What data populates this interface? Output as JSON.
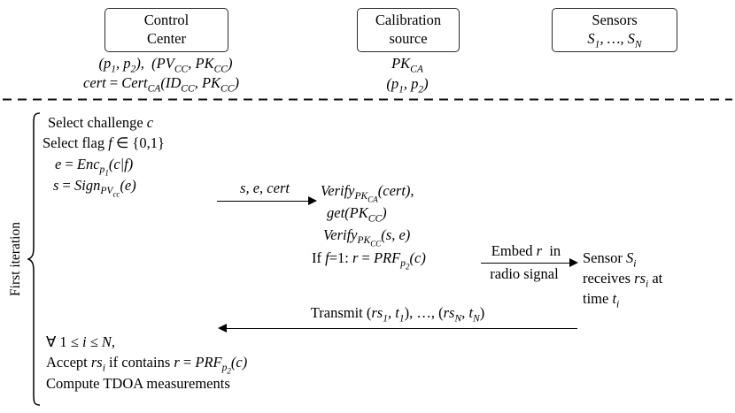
{
  "actors": {
    "control_center": {
      "line1": "Control",
      "line2": "Center"
    },
    "calibration_source": {
      "line1": "Calibration",
      "line2": "source"
    },
    "sensors": {
      "line1": "Sensors",
      "line2": "<i>S<sub>1</sub>, …, S<sub>N</sub></i>"
    }
  },
  "knowledge": {
    "control_center": {
      "line1": "<i>(p<sub>1</sub>, p<sub>2</sub>),&nbsp;&nbsp;(PV<sub>CC</sub>, PK<sub>CC</sub>)</i>",
      "line2": "<i>cert</i> = <i>Cert<sub>CA</sub>(ID<sub>CC</sub>, PK<sub>CC</sub>)</i>"
    },
    "calibration_source": {
      "line1": "<i>PK<sub>CA</sub></i>",
      "line2": "<i>(p<sub>1</sub>, p<sub>2</sub>)</i>"
    }
  },
  "iteration": {
    "label": "First iteration"
  },
  "control_center_steps": {
    "line1": "Select challenge <i>c</i>",
    "line2": "Select flag <i>f</i> ∈ {0,1}",
    "line3": "<i>e</i> = <i>Enc<sub>p<sub>1</sub></sub>(c|f)</i>",
    "line4": "<i>s</i> = <i>Sign<sub>PV<sub>cc</sub></sub>(e)</i>"
  },
  "message1": {
    "label": "<i>s, e, cert</i>"
  },
  "calibration_steps": {
    "line1": "<i>Verify<sub>PK<sub>CA</sub></sub>(cert),</i>",
    "line2": "<i>get(PK<sub>CC</sub>)</i>",
    "line3": "<i>Verify<sub>PK<sub>CC</sub></sub>(s, e)</i>",
    "line4": "If <i>f</i>=1: <i>r</i> = <i>PRF<sub>p<sub>2</sub></sub>(c)</i>"
  },
  "message2": {
    "label_top": "Embed <i>r</i>&nbsp; in",
    "label_bottom": "radio signal"
  },
  "sensor_note": {
    "line1": "Sensor <i>S<sub>i</sub></i>",
    "line2": "receives <i>rs<sub>i</sub></i> at",
    "line3": "time <i>t<sub>i</sub></i>"
  },
  "message3": {
    "label": "Transmit (<i>rs<sub>1</sub></i>, <i>t<sub>1</sub></i>), …, (<i>rs<sub>N</sub></i>, <i>t<sub>N</sub></i>)"
  },
  "verification_steps": {
    "line1": "∀ 1 ≤ <i>i</i> ≤ <i>N</i>,",
    "line2": "Accept <i>rs<sub>i</sub></i> if contains <i>r</i> = <i>PRF<sub>p<sub>2</sub></sub>(c)</i>",
    "line3": "Compute TDOA measurements"
  }
}
